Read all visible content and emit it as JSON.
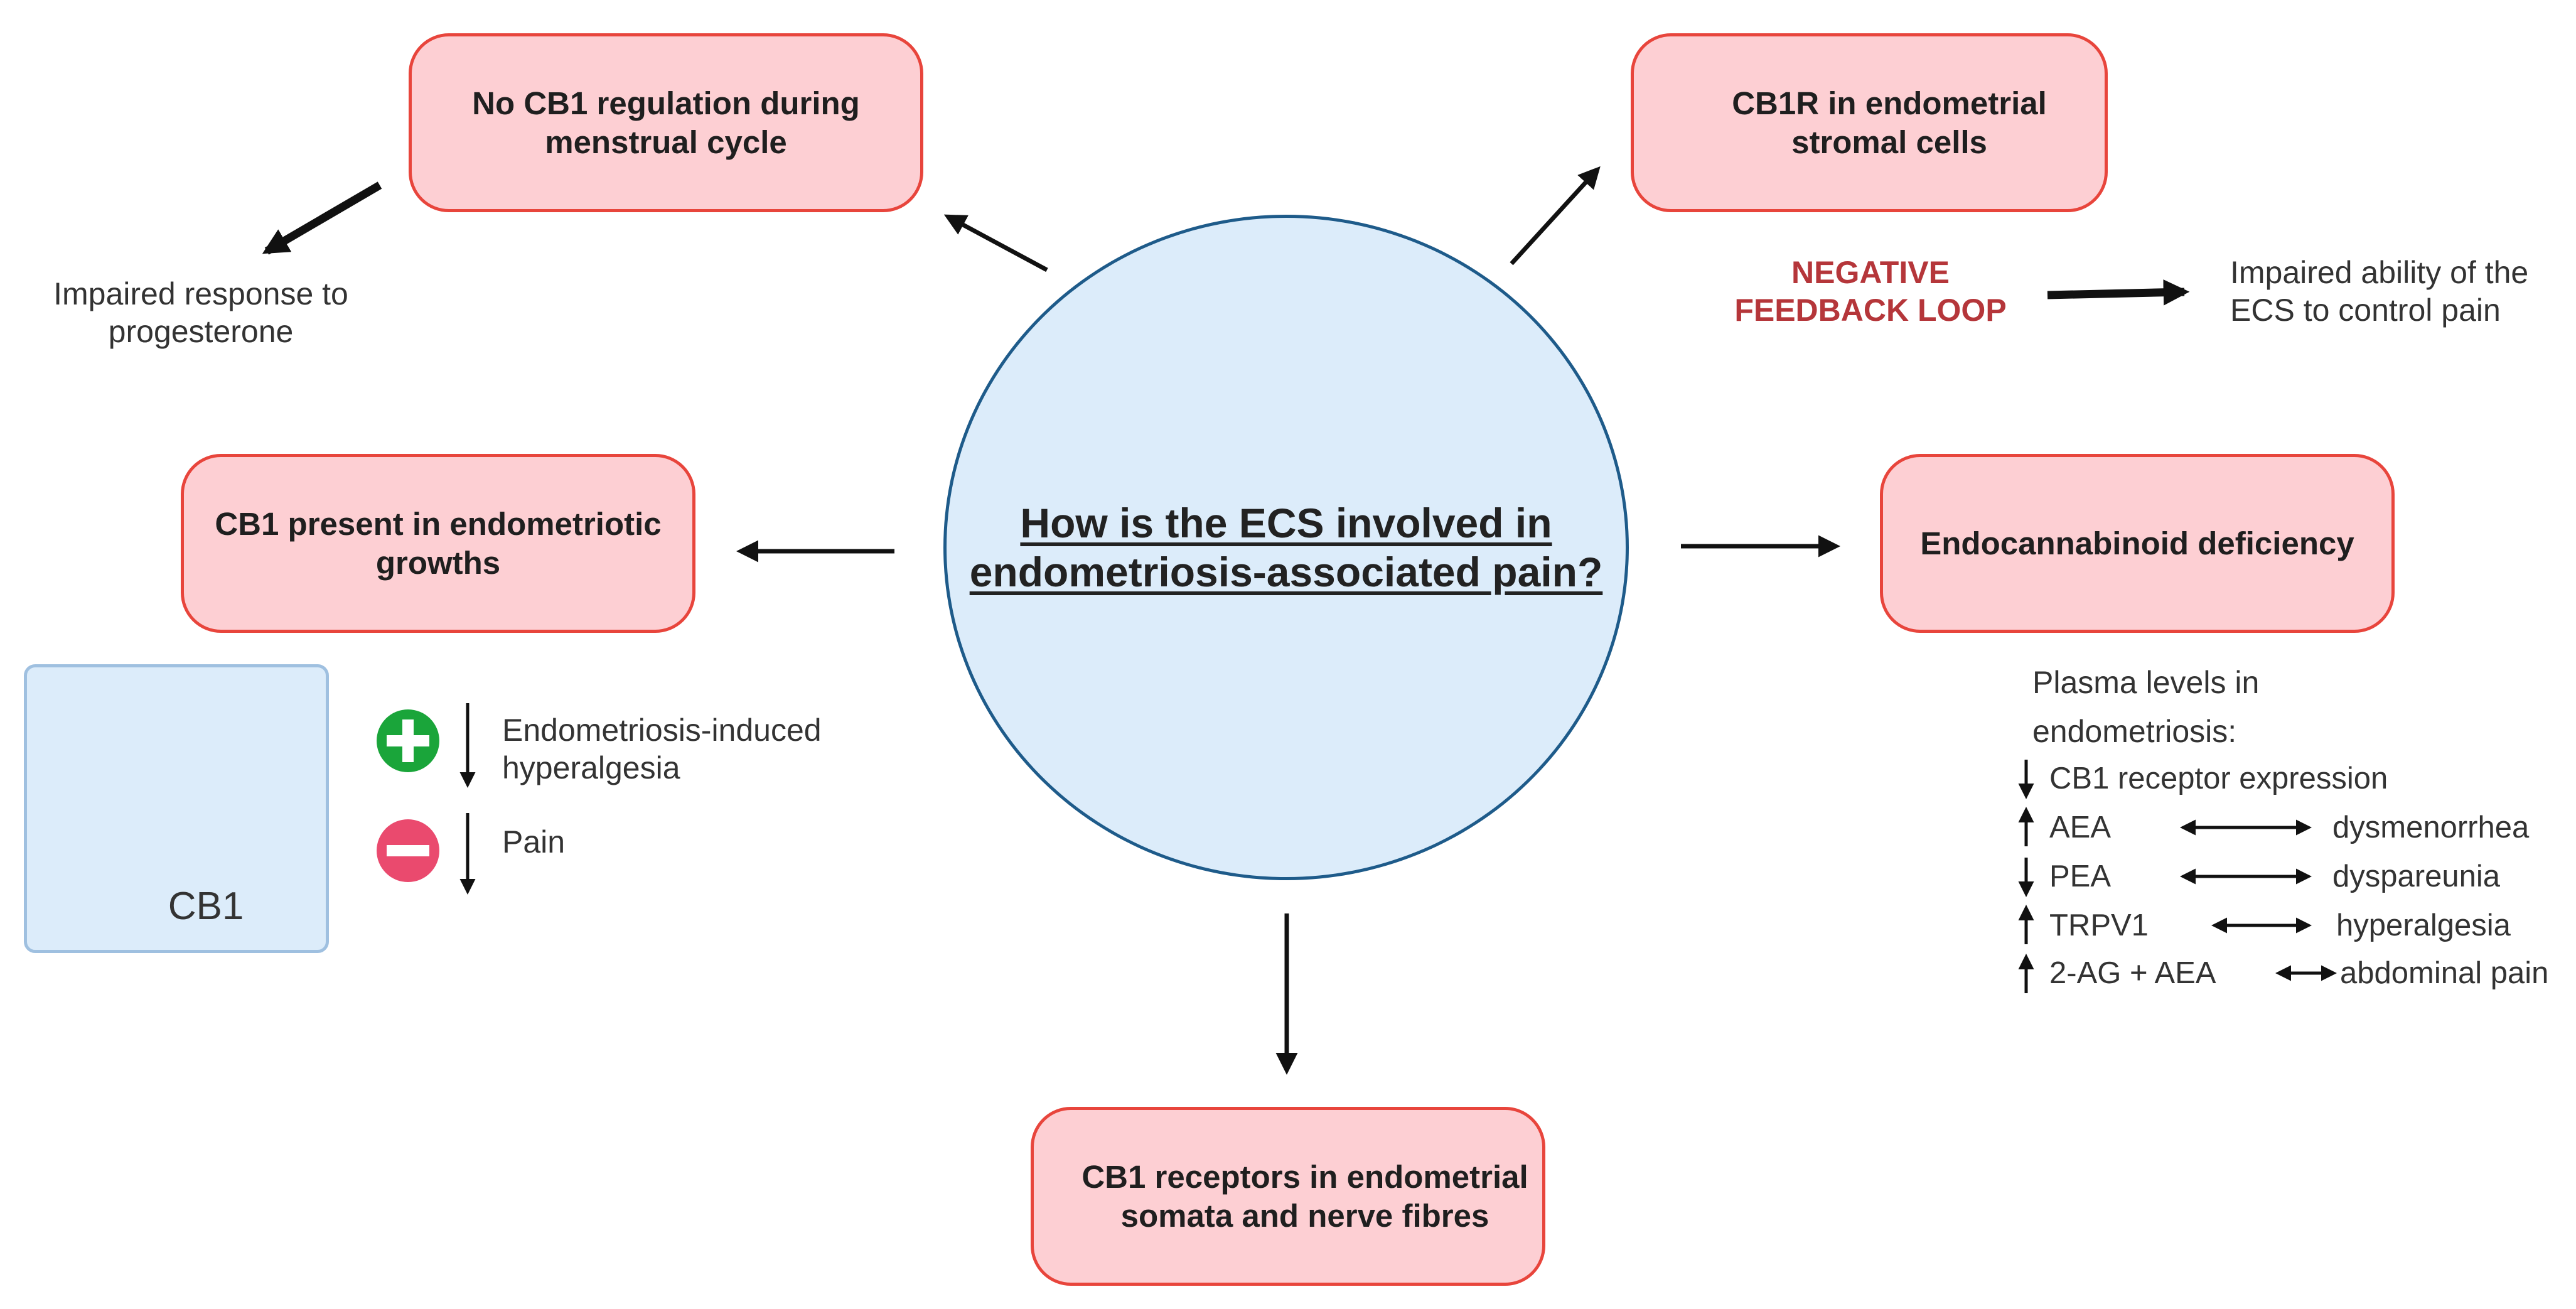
{
  "center": {
    "question": "How is the ECS involved in\nendometriosis-associated pain?"
  },
  "boxes": {
    "menstrual": "No CB1 regulation during\nmenstrual cycle",
    "stromal": "CB1R in endometrial\nstromal cells",
    "growths": "CB1 present in endometriotic\ngrowths",
    "deficiency": "Endocannabinoid deficiency",
    "somata": "CB1 receptors in endometrial\nsomata and nerve fibres"
  },
  "texts": {
    "progesterone": "Impaired response to\nprogesterone",
    "negative_loop": "NEGATIVE\nFEEDBACK LOOP",
    "impaired_ecs": "Impaired ability of the\nECS to control pain",
    "hyperalgesia": "Endometriosis-induced\nhyperalgesia",
    "pain": "Pain",
    "cb1_label": "CB1",
    "plasma": "Plasma levels in\nendometriosis:"
  },
  "plasma_rows": [
    {
      "dir": "down",
      "left": "CB1 receptor expression",
      "right": ""
    },
    {
      "dir": "up",
      "left": "AEA",
      "right": "dysmenorrhea"
    },
    {
      "dir": "down",
      "left": "PEA",
      "right": "dyspareunia"
    },
    {
      "dir": "up",
      "left": "TRPV1",
      "right": "hyperalgesia"
    },
    {
      "dir": "up",
      "left": "2-AG + AEA",
      "right": "abdominal pain"
    }
  ],
  "icons": {
    "plus": "plus-circle-icon",
    "minus": "minus-circle-icon",
    "receptor": "cb1-receptor-icon"
  },
  "colors": {
    "box_fill": "#fdcfd3",
    "box_border": "#e8453c",
    "circle_fill": "#dcecfa",
    "circle_border": "#1e5b8a",
    "accent_red": "#b5363a",
    "plus_green": "#1aa53a",
    "minus_pink": "#ea4a6e",
    "receptor_blue": "#1f6d9c"
  }
}
